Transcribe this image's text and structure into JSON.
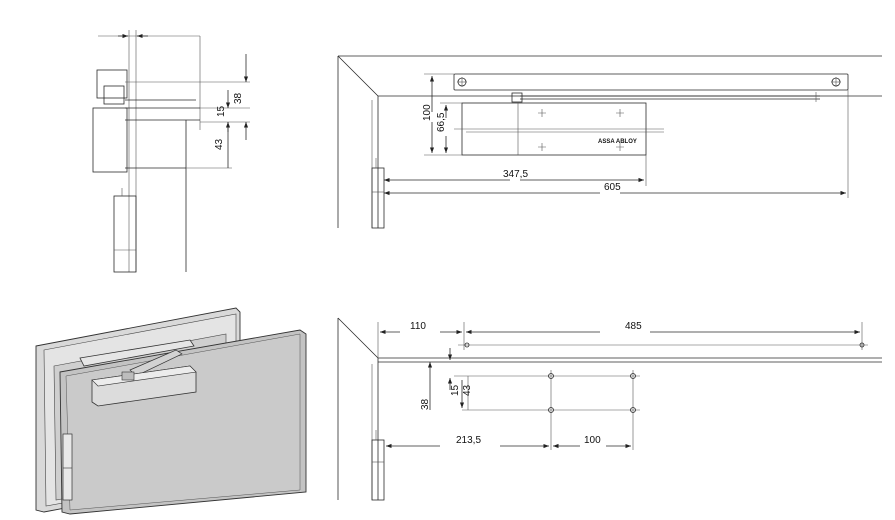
{
  "side_view": {
    "dim_38": "38",
    "dim_15": "15",
    "dim_43": "43"
  },
  "top_view": {
    "dim_100": "100",
    "dim_66_5": "66,5",
    "dim_347_5": "347,5",
    "dim_605": "605",
    "brand": "ASSA ABLOY"
  },
  "template_view": {
    "dim_110": "110",
    "dim_485": "485",
    "dim_38": "38",
    "dim_15": "15",
    "dim_43": "43",
    "dim_213_5": "213,5",
    "dim_100": "100"
  },
  "colors": {
    "line": "#2a2a2a",
    "frame_fill": "#dcdcdc",
    "door_fill": "#c8c8c8",
    "closer_fill": "#d6d6d6"
  }
}
